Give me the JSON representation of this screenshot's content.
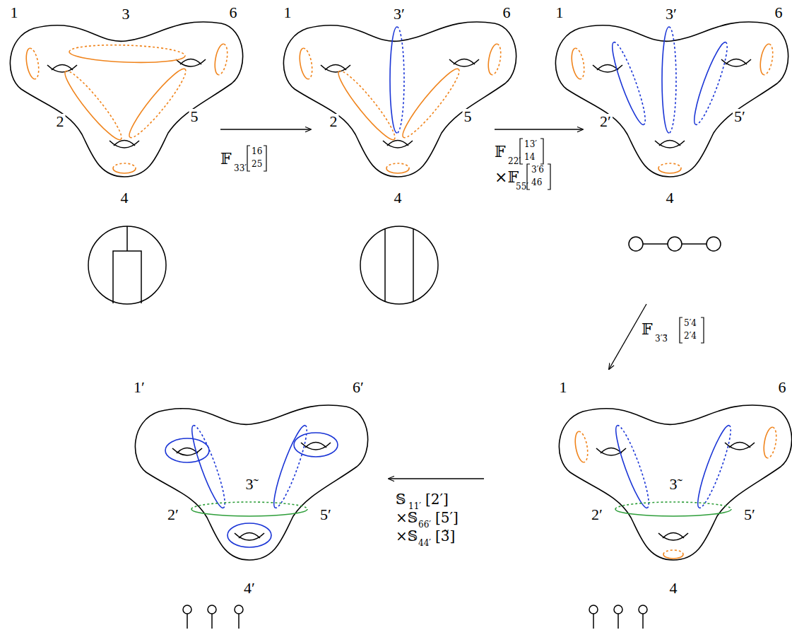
{
  "diagram": {
    "nodes": [
      {
        "text": [
          "1",
          "3",
          "6",
          "2",
          "5",
          "4"
        ]
      },
      {
        "text": [
          "1",
          "3′",
          "6",
          "2",
          "5",
          "4"
        ]
      },
      {
        "text": [
          "1",
          "3′",
          "6",
          "2′",
          "5′",
          "4"
        ]
      },
      {
        "text": [
          "1′",
          "6′",
          "3̃",
          "2′",
          "5′",
          "4′"
        ]
      },
      {
        "text": [
          "1",
          "6",
          "3̃",
          "2′",
          "5′",
          "4"
        ]
      }
    ],
    "edges": [
      {
        "from": 0,
        "to": 1,
        "arrow": "to"
      },
      {
        "from": 1,
        "to": 2,
        "arrow": "to"
      },
      {
        "from": 2,
        "to": 4,
        "arrow": "to"
      },
      {
        "from": 4,
        "to": 3,
        "arrow": "to"
      }
    ],
    "labels": [
      "𝔽",
      "33′",
      "16",
      "25",
      "𝔽",
      "22′",
      "13′",
      "14",
      "×𝔽",
      "55′",
      "3′6",
      "46",
      "𝔽",
      "3′3̃",
      "5′4",
      "2′4",
      "𝕊",
      "11′",
      "[2′]",
      "×𝕊",
      "66′",
      "[5′]",
      "×𝕊",
      "44′",
      "[3̃]"
    ]
  }
}
